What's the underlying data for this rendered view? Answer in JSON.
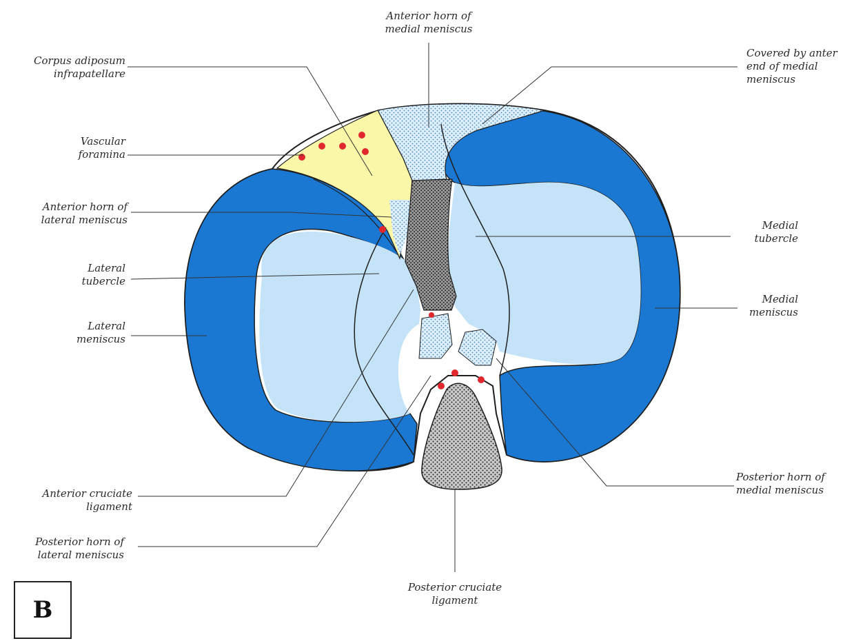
{
  "panel_letter": "B",
  "labels": {
    "anterior_horn_medial": [
      "Anterior horn of",
      "medial meniscus"
    ],
    "corpus_adiposum": [
      "Corpus adiposum",
      "infrapatellare"
    ],
    "covered_by_anter": [
      "Covered by anter",
      "end of medial",
      "meniscus"
    ],
    "vascular_foramina": [
      "Vascular",
      "foramina"
    ],
    "anterior_horn_lateral": [
      "Anterior horn of",
      "lateral meniscus"
    ],
    "medial_tubercle": [
      "Medial",
      "tubercle"
    ],
    "lateral_tubercle": [
      "Lateral",
      "tubercle"
    ],
    "medial_meniscus": [
      "Medial",
      "meniscus"
    ],
    "lateral_meniscus": [
      "Lateral",
      "meniscus"
    ],
    "anterior_cruciate": [
      "Anterior cruciate",
      "ligament"
    ],
    "posterior_horn_medial": [
      "Posterior horn of",
      "medial meniscus"
    ],
    "posterior_horn_lateral": [
      "Posterior horn of",
      "lateral meniscus"
    ],
    "posterior_cruciate": [
      "Posterior cruciate",
      "ligament"
    ]
  },
  "colors": {
    "meniscus_blue": "#1a78d2",
    "tubercle_light_blue": "#c4e3f8",
    "fat_pad_yellow": "#fbf7a8",
    "vessel_red": "#e0282e",
    "outline": "#1e1e1e"
  }
}
